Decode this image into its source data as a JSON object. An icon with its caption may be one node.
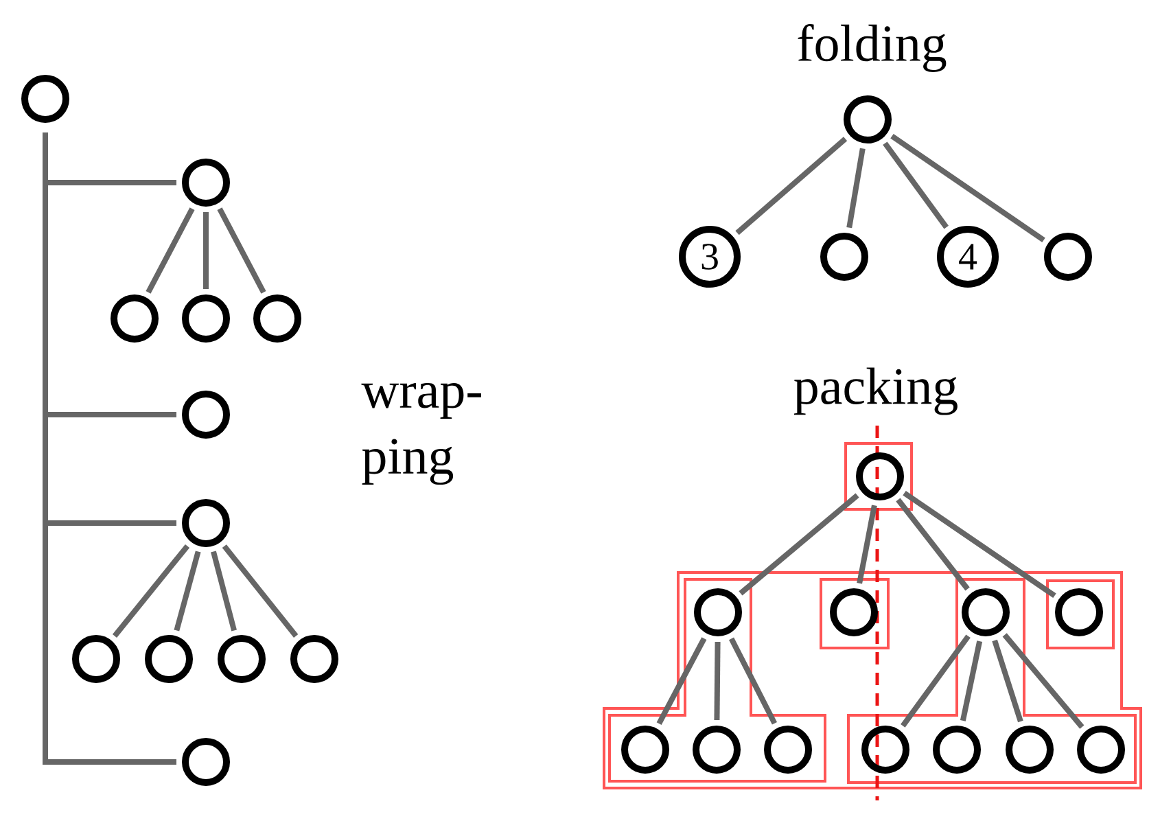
{
  "diagram": {
    "nodes": [
      {
        "text": [],
        "shape": "circle"
      },
      {
        "text": [],
        "shape": "circle"
      },
      {
        "text": [],
        "shape": "circle"
      },
      {
        "text": [],
        "shape": "circle"
      },
      {
        "text": [],
        "shape": "circle"
      },
      {
        "text": [],
        "shape": "circle"
      },
      {
        "text": [],
        "shape": "circle"
      },
      {
        "text": [],
        "shape": "circle"
      },
      {
        "text": [],
        "shape": "circle"
      },
      {
        "text": [],
        "shape": "circle"
      },
      {
        "text": [],
        "shape": "circle"
      },
      {
        "text": [],
        "shape": "circle"
      },
      {
        "text": [],
        "shape": "circle"
      },
      {
        "text": [
          "3"
        ]
      },
      {
        "text": [],
        "shape": "circle"
      },
      {
        "text": [
          "4"
        ]
      },
      {
        "text": [],
        "shape": "circle"
      },
      {
        "text": [],
        "shape": "circle"
      },
      {
        "text": [],
        "shape": "circle"
      },
      {
        "text": [],
        "shape": "circle"
      },
      {
        "text": [],
        "shape": "circle"
      },
      {
        "text": [],
        "shape": "circle"
      },
      {
        "text": [],
        "shape": "circle"
      },
      {
        "text": [],
        "shape": "circle"
      },
      {
        "text": [],
        "shape": "circle"
      },
      {
        "text": [],
        "shape": "circle"
      },
      {
        "text": [],
        "shape": "circle"
      },
      {
        "text": [],
        "shape": "circle"
      },
      {
        "text": [],
        "shape": "circle"
      }
    ],
    "edges": [
      {
        "from": 0,
        "to": 1,
        "arrow": "none"
      },
      {
        "from": 0,
        "to": 5,
        "arrow": "none"
      },
      {
        "from": 0,
        "to": 6,
        "arrow": "none"
      },
      {
        "from": 0,
        "to": 11,
        "arrow": "none"
      },
      {
        "from": 1,
        "to": 2,
        "arrow": "none"
      },
      {
        "from": 1,
        "to": 3,
        "arrow": "none"
      },
      {
        "from": 1,
        "to": 4,
        "arrow": "none"
      },
      {
        "from": 6,
        "to": 7,
        "arrow": "none"
      },
      {
        "from": 6,
        "to": 8,
        "arrow": "none"
      },
      {
        "from": 6,
        "to": 9,
        "arrow": "none"
      },
      {
        "from": 6,
        "to": 10,
        "arrow": "none"
      },
      {
        "from": 12,
        "to": 13,
        "arrow": "none"
      },
      {
        "from": 12,
        "to": 14,
        "arrow": "none"
      },
      {
        "from": 12,
        "to": 15,
        "arrow": "none"
      },
      {
        "from": 12,
        "to": 16,
        "arrow": "none"
      },
      {
        "from": 17,
        "to": 18,
        "arrow": "none"
      },
      {
        "from": 17,
        "to": 19,
        "arrow": "none"
      },
      {
        "from": 17,
        "to": 20,
        "arrow": "none"
      },
      {
        "from": 17,
        "to": 21,
        "arrow": "none"
      },
      {
        "from": 18,
        "to": 22,
        "arrow": "none"
      },
      {
        "from": 18,
        "to": 23,
        "arrow": "none"
      },
      {
        "from": 18,
        "to": 24,
        "arrow": "none"
      },
      {
        "from": 20,
        "to": 25,
        "arrow": "none"
      },
      {
        "from": 20,
        "to": 26,
        "arrow": "none"
      },
      {
        "from": 20,
        "to": 27,
        "arrow": "none"
      },
      {
        "from": 20,
        "to": 28,
        "arrow": "none"
      }
    ],
    "labels": [
      "folding",
      "wrap- ping",
      "packing"
    ]
  }
}
